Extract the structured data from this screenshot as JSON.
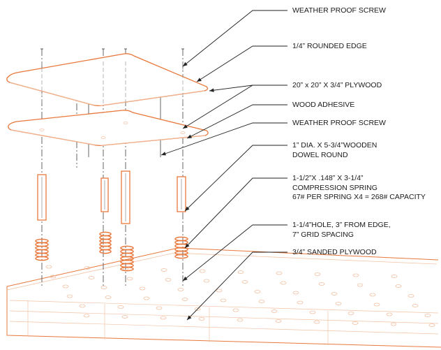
{
  "labels": [
    {
      "lines": [
        "WEATHER PROOF SCREW"
      ]
    },
    {
      "lines": [
        "1/4” ROUNDED EDGE"
      ]
    },
    {
      "lines": [
        "20” x 20” X 3/4” PLYWOOD"
      ]
    },
    {
      "lines": [
        "WOOD ADHESIVE"
      ]
    },
    {
      "lines": [
        "WEATHER PROOF SCREW"
      ]
    },
    {
      "lines": [
        "1” DIA. X 5-3/4”WOODEN",
        "DOWEL ROUND"
      ]
    },
    {
      "lines": [
        "1-1/2”X .148” X 3-1/4”",
        "COMPRESSION SPRING",
        "67# PER SPRING X4 = 268# CAPACITY"
      ]
    },
    {
      "lines": [
        "1-1/4”HOLE, 3” FROM EDGE,",
        "7” GRID SPACING"
      ]
    },
    {
      "lines": [
        "3/4” SANDED PLYWOOD"
      ]
    }
  ],
  "colors": {
    "accent": "#e8783c",
    "faint": "#f2c2a4",
    "leader": "#222222"
  }
}
